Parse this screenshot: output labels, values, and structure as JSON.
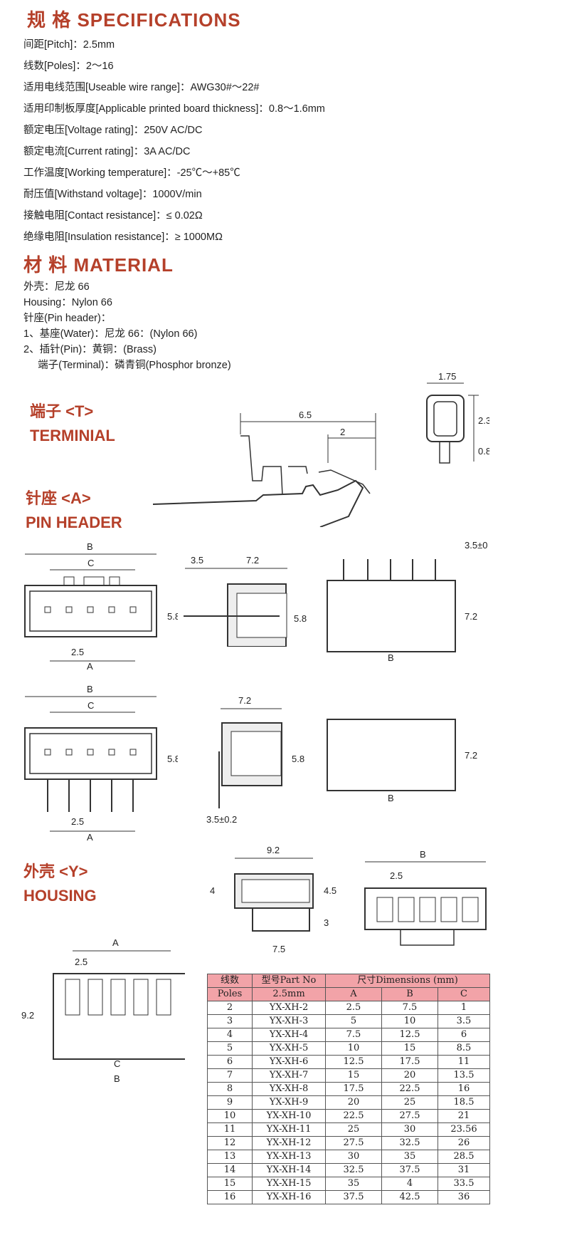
{
  "specifications": {
    "heading": "规 格  SPECIFICATIONS",
    "items": [
      "间距[Pitch]：2.5mm",
      "线数[Poles]：2～16",
      "适用电线范围[Useable wire range]：AWG30#～22#",
      "适用印制板厚度[Applicable printed board thickness]：0.8～1.6mm",
      "额定电压[Voltage rating]：250V AC/DC",
      "额定电流[Current rating]：3A  AC/DC",
      "工作温度[Working temperature]：-25℃～+85℃",
      "耐压值[Withstand voltage]：1000V/min",
      "接触电阻[Contact resistance]：≤ 0.02Ω",
      "绝缘电阻[Insulation resistance]：≥ 1000MΩ"
    ]
  },
  "material": {
    "heading": "材 料  MATERIAL",
    "items": [
      "外壳：尼龙 66",
      "Housing：Nylon 66",
      "针座(Pin header)：",
      "1、基座(Water)：尼龙 66：(Nylon 66)",
      "2、插针(Pin)：黄铜：(Brass)",
      "     端子(Terminal)：磷青铜(Phosphor bronze)"
    ]
  },
  "terminal": {
    "cn": "端子 <T>",
    "en": "TERMINIAL",
    "dim_length": "6.5",
    "dim_small": "2",
    "dim_w": "1.75",
    "dim_h": "2.3",
    "dim_b": "0.8"
  },
  "pin_header": {
    "cn": "针座 <A>",
    "en": "PIN HEADER",
    "lbl_b": "B",
    "lbl_c": "C",
    "lbl_a": "A",
    "pitch": "2.5",
    "h": "5.8",
    "l1": "3.5",
    "l2": "7.2",
    "pin": "3.5±0.2",
    "tall": "7.2"
  },
  "housing": {
    "cn": "外壳 <Y>",
    "en": "HOUSING",
    "w": "9.2",
    "h1": "4",
    "h2": "4.5",
    "h3": "3",
    "b": "7.5",
    "pitch": "2.5",
    "lbl_b": "B",
    "lbl_a": "A",
    "lbl_c": "C",
    "side": "9.2"
  },
  "table": {
    "head1": [
      "线数",
      "型号Part No",
      "尺寸Dimensions (mm)"
    ],
    "head2": [
      "Poles",
      "2.5mm",
      "A",
      "B",
      "C"
    ],
    "rows": [
      [
        "2",
        "YX-XH-2",
        "2.5",
        "7.5",
        "1"
      ],
      [
        "3",
        "YX-XH-3",
        "5",
        "10",
        "3.5"
      ],
      [
        "4",
        "YX-XH-4",
        "7.5",
        "12.5",
        "6"
      ],
      [
        "5",
        "YX-XH-5",
        "10",
        "15",
        "8.5"
      ],
      [
        "6",
        "YX-XH-6",
        "12.5",
        "17.5",
        "11"
      ],
      [
        "7",
        "YX-XH-7",
        "15",
        "20",
        "13.5"
      ],
      [
        "8",
        "YX-XH-8",
        "17.5",
        "22.5",
        "16"
      ],
      [
        "9",
        "YX-XH-9",
        "20",
        "25",
        "18.5"
      ],
      [
        "10",
        "YX-XH-10",
        "22.5",
        "27.5",
        "21"
      ],
      [
        "11",
        "YX-XH-11",
        "25",
        "30",
        "23.56"
      ],
      [
        "12",
        "YX-XH-12",
        "27.5",
        "32.5",
        "26"
      ],
      [
        "13",
        "YX-XH-13",
        "30",
        "35",
        "28.5"
      ],
      [
        "14",
        "YX-XH-14",
        "32.5",
        "37.5",
        "31"
      ],
      [
        "15",
        "YX-XH-15",
        "35",
        "4",
        "33.5"
      ],
      [
        "16",
        "YX-XH-16",
        "37.5",
        "42.5",
        "36"
      ]
    ]
  },
  "colors": {
    "heading": "#b5402a",
    "table_header": "#f2a3a8"
  }
}
